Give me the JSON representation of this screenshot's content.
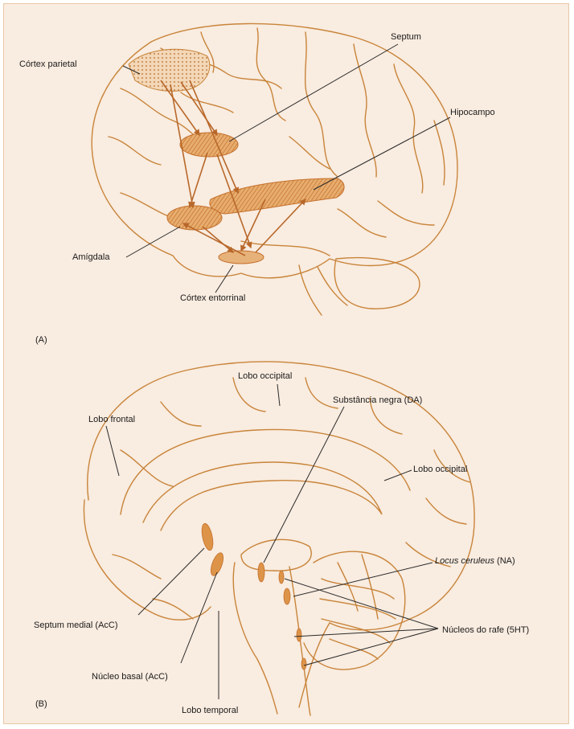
{
  "panel_a": {
    "letter": "(A)",
    "labels": {
      "septum": "Septum",
      "cortex_parietal": "Córtex parietal",
      "hipocampo": "Hipocampo",
      "amigdala": "Amígdala",
      "cortex_entorrinal": "Córtex entorrinal"
    }
  },
  "panel_b": {
    "letter": "(B)",
    "labels": {
      "lobo_occipital_top": "Lobo occipital",
      "lobo_frontal": "Lobo frontal",
      "substancia_negra": "Substância negra (DA)",
      "lobo_occipital_right": "Lobo occipital",
      "locus_italic": "Locus ceruleus",
      "locus_rest": " (NA)",
      "septum_medial": "Septum medial (AcC)",
      "nucleos_rafe": "Núcleos do rafe (5HT)",
      "nucleo_basal": "Núcleo basal (AcC)",
      "lobo_temporal": "Lobo temporal"
    }
  },
  "colors": {
    "background": "#f9ece0",
    "brain_line": "#c8843a",
    "region_fill": "#dd9448",
    "pointer": "#2a2a2a"
  }
}
